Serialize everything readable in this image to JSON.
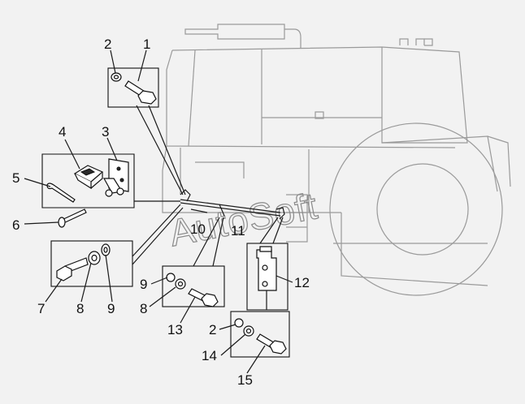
{
  "watermark": "AutoSoft",
  "callouts": {
    "c1": "1",
    "c2a": "2",
    "c3": "3",
    "c4": "4",
    "c5": "5",
    "c6": "6",
    "c7": "7",
    "c8a": "8",
    "c9a": "9",
    "c10": "10",
    "c11": "11",
    "c12": "12",
    "c9b": "9",
    "c8b": "8",
    "c13": "13",
    "c2b": "2",
    "c14": "14",
    "c15": "15"
  }
}
